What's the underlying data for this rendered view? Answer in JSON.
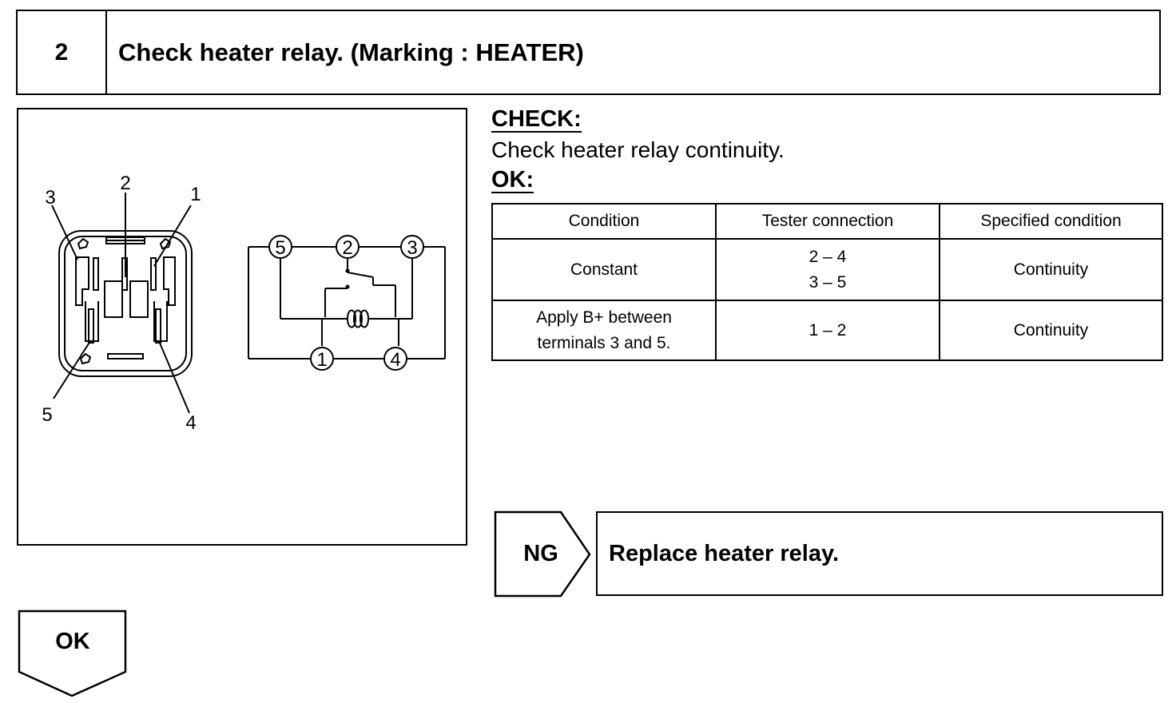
{
  "header": {
    "step_number": "2",
    "title": "Check heater relay. (Marking : HEATER)"
  },
  "figure": {
    "relay_terminal_labels": [
      "1",
      "2",
      "3",
      "4",
      "5"
    ],
    "schematic_terminal_labels": [
      "1",
      "2",
      "3",
      "4",
      "5"
    ]
  },
  "check": {
    "heading": "CHECK:",
    "text": "Check heater relay continuity."
  },
  "ok_section": {
    "heading": "OK:"
  },
  "table": {
    "headers": [
      "Condition",
      "Tester connection",
      "Specified condition"
    ],
    "rows": [
      {
        "condition": [
          "Constant"
        ],
        "tester": [
          "2 – 4",
          "3 – 5"
        ],
        "specified": "Continuity"
      },
      {
        "condition": [
          "Apply B+ between",
          "terminals 3 and 5."
        ],
        "tester": [
          "1 – 2"
        ],
        "specified": "Continuity"
      }
    ]
  },
  "ng": {
    "label": "NG",
    "action": "Replace heater relay."
  },
  "ok_next": {
    "label": "OK"
  }
}
